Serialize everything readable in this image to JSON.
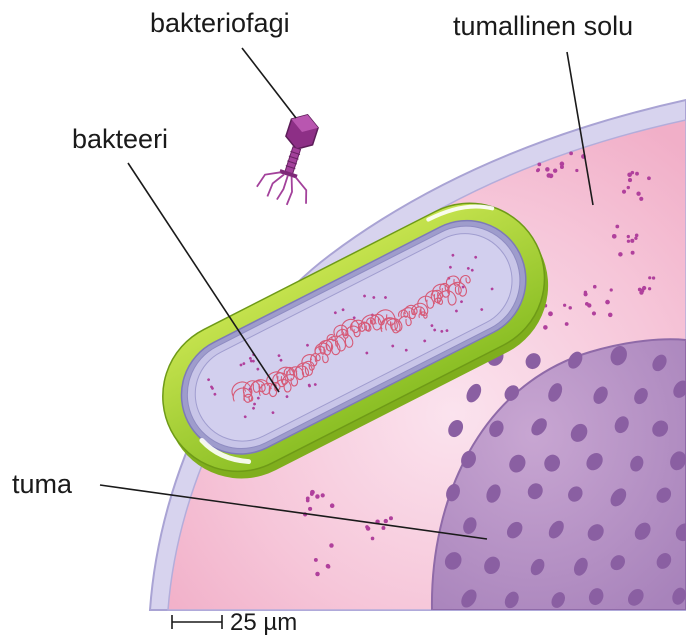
{
  "labels": {
    "bacteriophage": "bakteriofagi",
    "eukaryotic_cell": "tumallinen solu",
    "bacterium": "bakteeri",
    "nucleus": "tuma"
  },
  "scale_bar": {
    "label": "25 µm"
  },
  "colors": {
    "cell_membrane": "#c9c4e6",
    "cytoplasm": "#f6bfd4",
    "nucleus": "#b994c4",
    "nucleus_spots": "#8e64a6",
    "bacterium_wall": "#a6d13a",
    "bacterium_inner": "#c7c3e6",
    "dna": "#d9607a",
    "phage": "#a3419b",
    "granules": "#b0409c"
  }
}
